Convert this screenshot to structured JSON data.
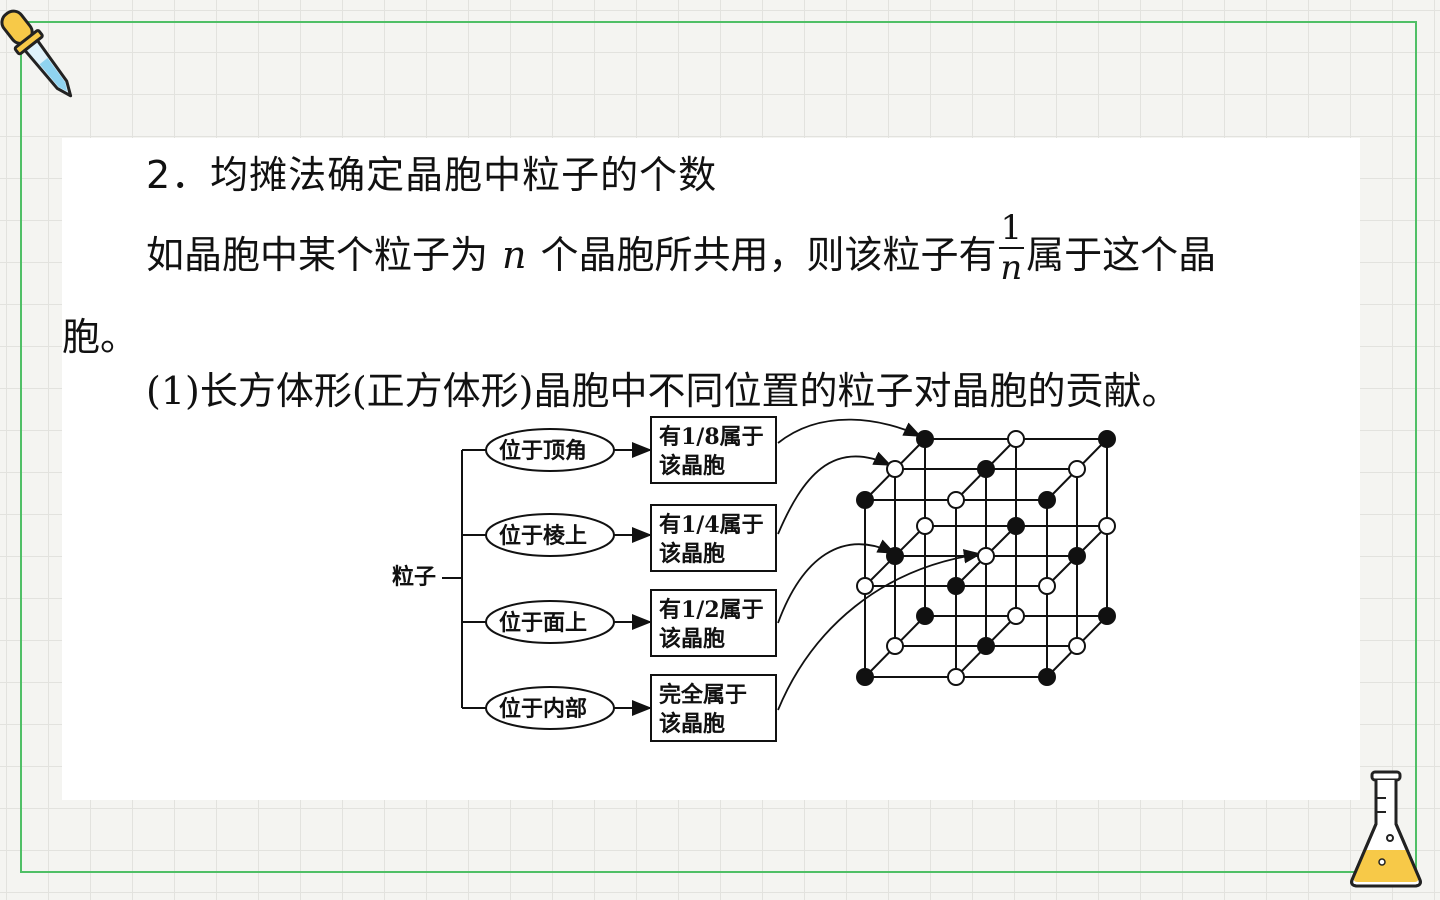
{
  "heading": "2．均摊法确定晶胞中粒子的个数",
  "paragraph1": {
    "before": "如晶胞中某个粒子为",
    "variable": "n",
    "middle": "个晶胞所共用，则该粒子有",
    "frac_num": "1",
    "frac_den": "n",
    "after": "属于这个晶",
    "wrap": "胞。"
  },
  "paragraph2": "(1)长方体形(正方体形)晶胞中不同位置的粒子对晶胞的贡献。",
  "diagram": {
    "root": "粒子",
    "branches": [
      {
        "position": "位于顶角",
        "share_line1": "有1/8属于",
        "share_line2": "该晶胞"
      },
      {
        "position": "位于棱上",
        "share_line1": "有1/4属于",
        "share_line2": "该晶胞"
      },
      {
        "position": "位于面上",
        "share_line1": "有1/2属于",
        "share_line2": "该晶胞"
      },
      {
        "position": "位于内部",
        "share_line1": "完全属于",
        "share_line2": "该晶胞"
      }
    ]
  },
  "decorations": [
    "dropper-icon",
    "flask-icon"
  ],
  "colors": {
    "frame": "#4fbf66",
    "flask_liquid": "#f7c948",
    "dropper_cap": "#f7c948",
    "dropper_glass": "#8fd3f0"
  }
}
